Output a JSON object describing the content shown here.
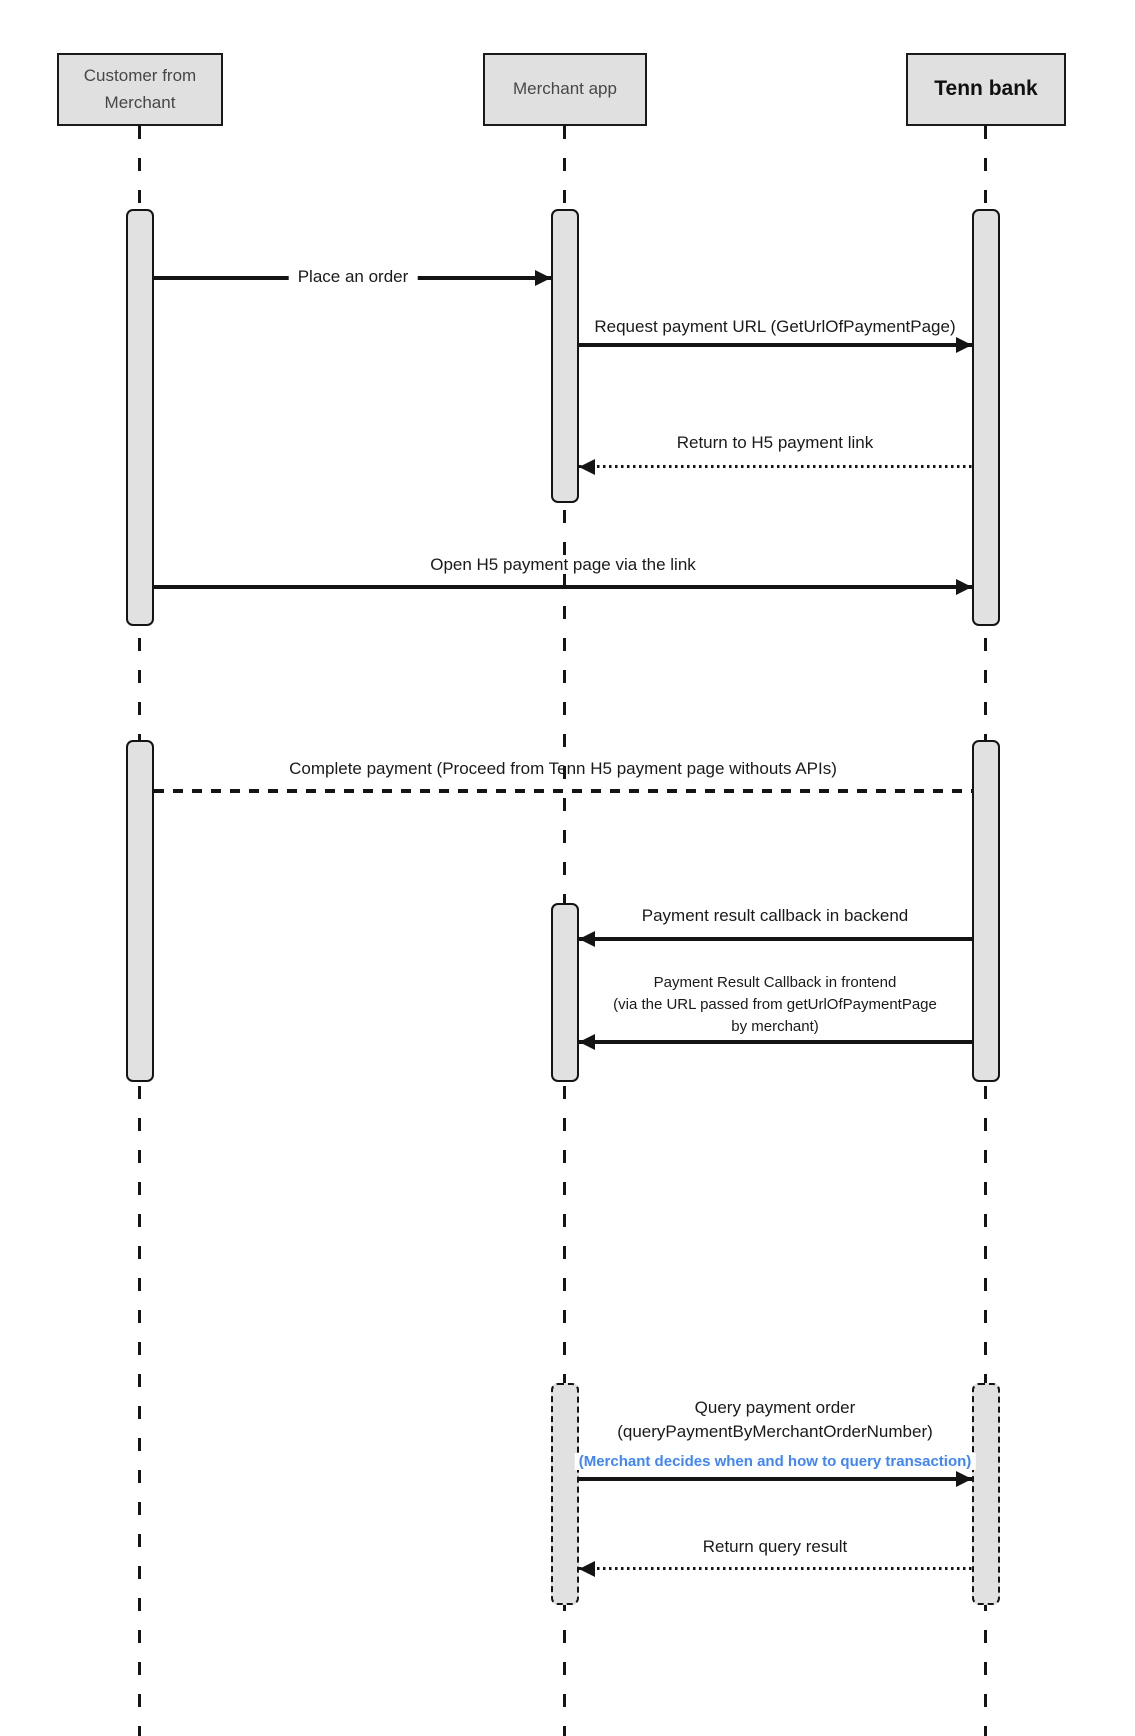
{
  "diagram_type": "UML sequence diagram",
  "colors": {
    "background": "#ffffff",
    "actor_box_fill": "#e0e0e0",
    "activation_fill": "#e1e1e1",
    "line_black": "#141414",
    "actor_label_gray": "#474747",
    "note_blue": "#4285f4"
  },
  "actors": {
    "customer": {
      "label": "Customer from\nMerchant"
    },
    "merchant": {
      "label": "Merchant app"
    },
    "tenn": {
      "label": "Tenn bank"
    }
  },
  "messages": {
    "place_order": {
      "label": "Place an order",
      "from": "customer",
      "to": "merchant",
      "style": "solid"
    },
    "request_payment_url": {
      "label": "Request payment URL (GetUrlOfPaymentPage)",
      "from": "merchant",
      "to": "tenn",
      "style": "solid"
    },
    "return_h5_link": {
      "label": "Return to H5 payment link",
      "from": "tenn",
      "to": "merchant",
      "style": "dotted"
    },
    "open_h5_page": {
      "label": "Open H5 payment page via the link",
      "from": "customer",
      "to": "tenn",
      "style": "solid"
    },
    "complete_payment": {
      "label": "Complete payment (Proceed from Tenn H5 payment page withouts APIs)",
      "from": "customer",
      "to": "tenn",
      "style": "dashed-no-arrow"
    },
    "callback_backend": {
      "label": "Payment result callback in backend",
      "from": "tenn",
      "to": "merchant",
      "style": "solid"
    },
    "callback_frontend": {
      "label": "Payment Result Callback in frontend\n(via the URL passed from getUrlOfPaymentPage\nby merchant)",
      "from": "tenn",
      "to": "merchant",
      "style": "solid"
    },
    "query_order": {
      "label": "Query payment order\n(queryPaymentByMerchantOrderNumber)",
      "note": "(Merchant decides when and how to query transaction)",
      "from": "merchant",
      "to": "tenn",
      "style": "solid"
    },
    "return_query": {
      "label": "Return query result",
      "from": "tenn",
      "to": "merchant",
      "style": "dotted"
    }
  }
}
